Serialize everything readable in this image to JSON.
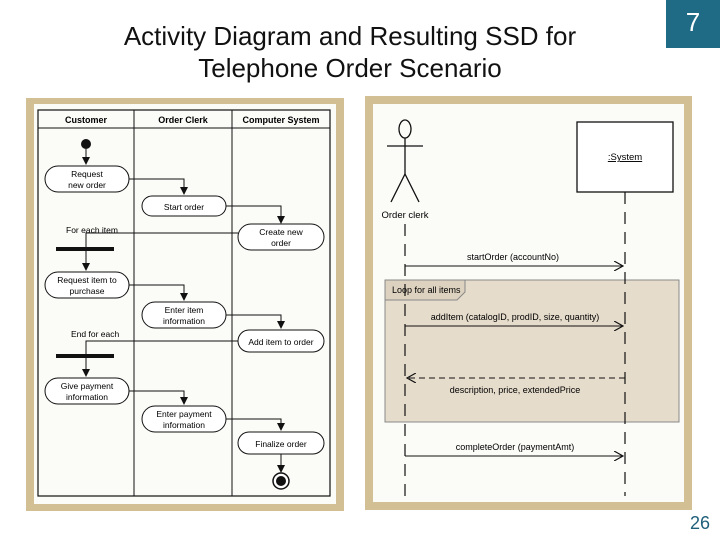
{
  "slide": {
    "title_line1": "Activity Diagram and Resulting SSD for",
    "title_line2": "Telephone Order Scenario",
    "chapter": "7",
    "page": "26"
  },
  "activity": {
    "lanes": [
      "Customer",
      "Order Clerk",
      "Computer System"
    ],
    "actions": {
      "request_new_order": [
        "Request",
        "new order"
      ],
      "start_order": [
        "Start order"
      ],
      "create_new_order": [
        "Create new",
        "order"
      ],
      "request_item": [
        "Request item to",
        "purchase"
      ],
      "enter_item_info": [
        "Enter item",
        "information"
      ],
      "add_item": [
        "Add item to order"
      ],
      "give_payment": [
        "Give payment",
        "information"
      ],
      "enter_payment": [
        "Enter payment",
        "information"
      ],
      "finalize_order": [
        "Finalize order"
      ]
    },
    "for_each_item": "For each item",
    "end_for_each": "End for each"
  },
  "ssd": {
    "actor": "Order clerk",
    "system": ":System",
    "loop_label": "Loop for all items",
    "messages": {
      "start_order": "startOrder (accountNo)",
      "add_item": "addItem (catalogID, prodID, size, quantity)",
      "return": "description, price, extendedPrice",
      "complete_order": "completeOrder (paymentAmt)"
    }
  },
  "colors": {
    "badge": "#1f6b86",
    "frame": "#d2bf93",
    "loop_fill": "#e6dccc"
  }
}
